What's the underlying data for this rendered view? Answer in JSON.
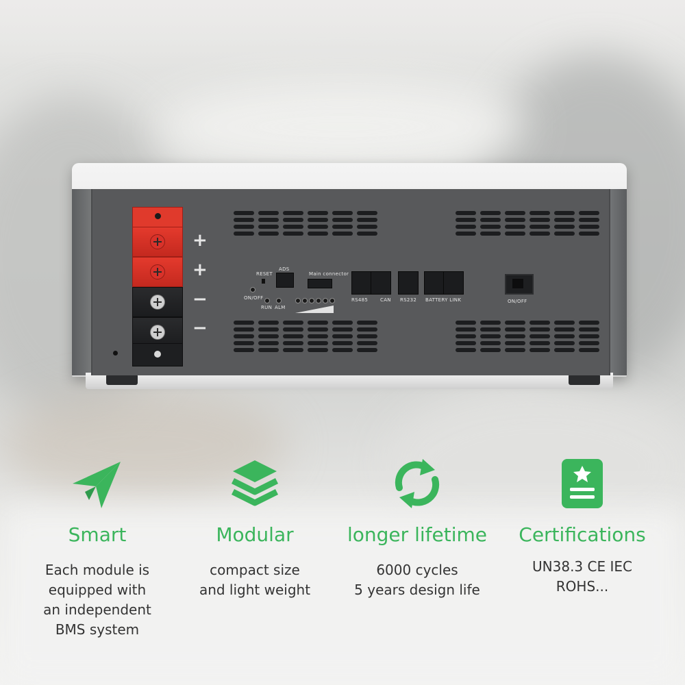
{
  "colors": {
    "accent": "#3bb55c",
    "text": "#333333",
    "terminal_red": "#e03a2c",
    "panel": "#58595b"
  },
  "device": {
    "terminals": {
      "plus": "+",
      "minus": "−"
    },
    "labels": {
      "reset": "RESET",
      "ads": "ADS",
      "main_connector": "Main  connector",
      "on_off_small": "ON/OFF",
      "run": "RUN",
      "alm": "ALM",
      "rs485": "RS485",
      "can": "CAN",
      "rs232": "RS232",
      "battery_link": "BATTERY  LINK",
      "on_off_switch": "ON/OFF"
    }
  },
  "features": [
    {
      "icon": "paper-plane-icon",
      "title": "Smart",
      "desc": [
        "Each module is",
        "equipped with",
        "an independent",
        "BMS system"
      ]
    },
    {
      "icon": "layers-icon",
      "title": "Modular",
      "desc": [
        "compact size",
        "and light weight"
      ]
    },
    {
      "icon": "refresh-cycle-icon",
      "title": "longer lifetime",
      "desc": [
        "6000 cycles",
        "5 years design life"
      ]
    },
    {
      "icon": "certificate-icon",
      "title": "Certifications",
      "desc": [
        "UN38.3  CE IEC",
        "ROHS..."
      ]
    }
  ]
}
